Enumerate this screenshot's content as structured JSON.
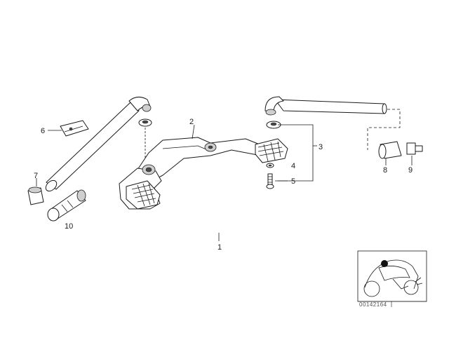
{
  "diagram": {
    "callouts": [
      {
        "id": "c1",
        "label": "1"
      },
      {
        "id": "c2",
        "label": "2"
      },
      {
        "id": "c3",
        "label": "3"
      },
      {
        "id": "c4",
        "label": "4"
      },
      {
        "id": "c5",
        "label": "5"
      },
      {
        "id": "c6",
        "label": "6"
      },
      {
        "id": "c7",
        "label": "7"
      },
      {
        "id": "c8",
        "label": "8"
      },
      {
        "id": "c9",
        "label": "9"
      },
      {
        "id": "c10",
        "label": "10"
      }
    ],
    "inset": {
      "code": "00142164"
    },
    "colors": {
      "line": "#1a1a1a",
      "shade": "#cfcfcf",
      "dark": "#4a4a4a",
      "background": "#ffffff"
    }
  }
}
